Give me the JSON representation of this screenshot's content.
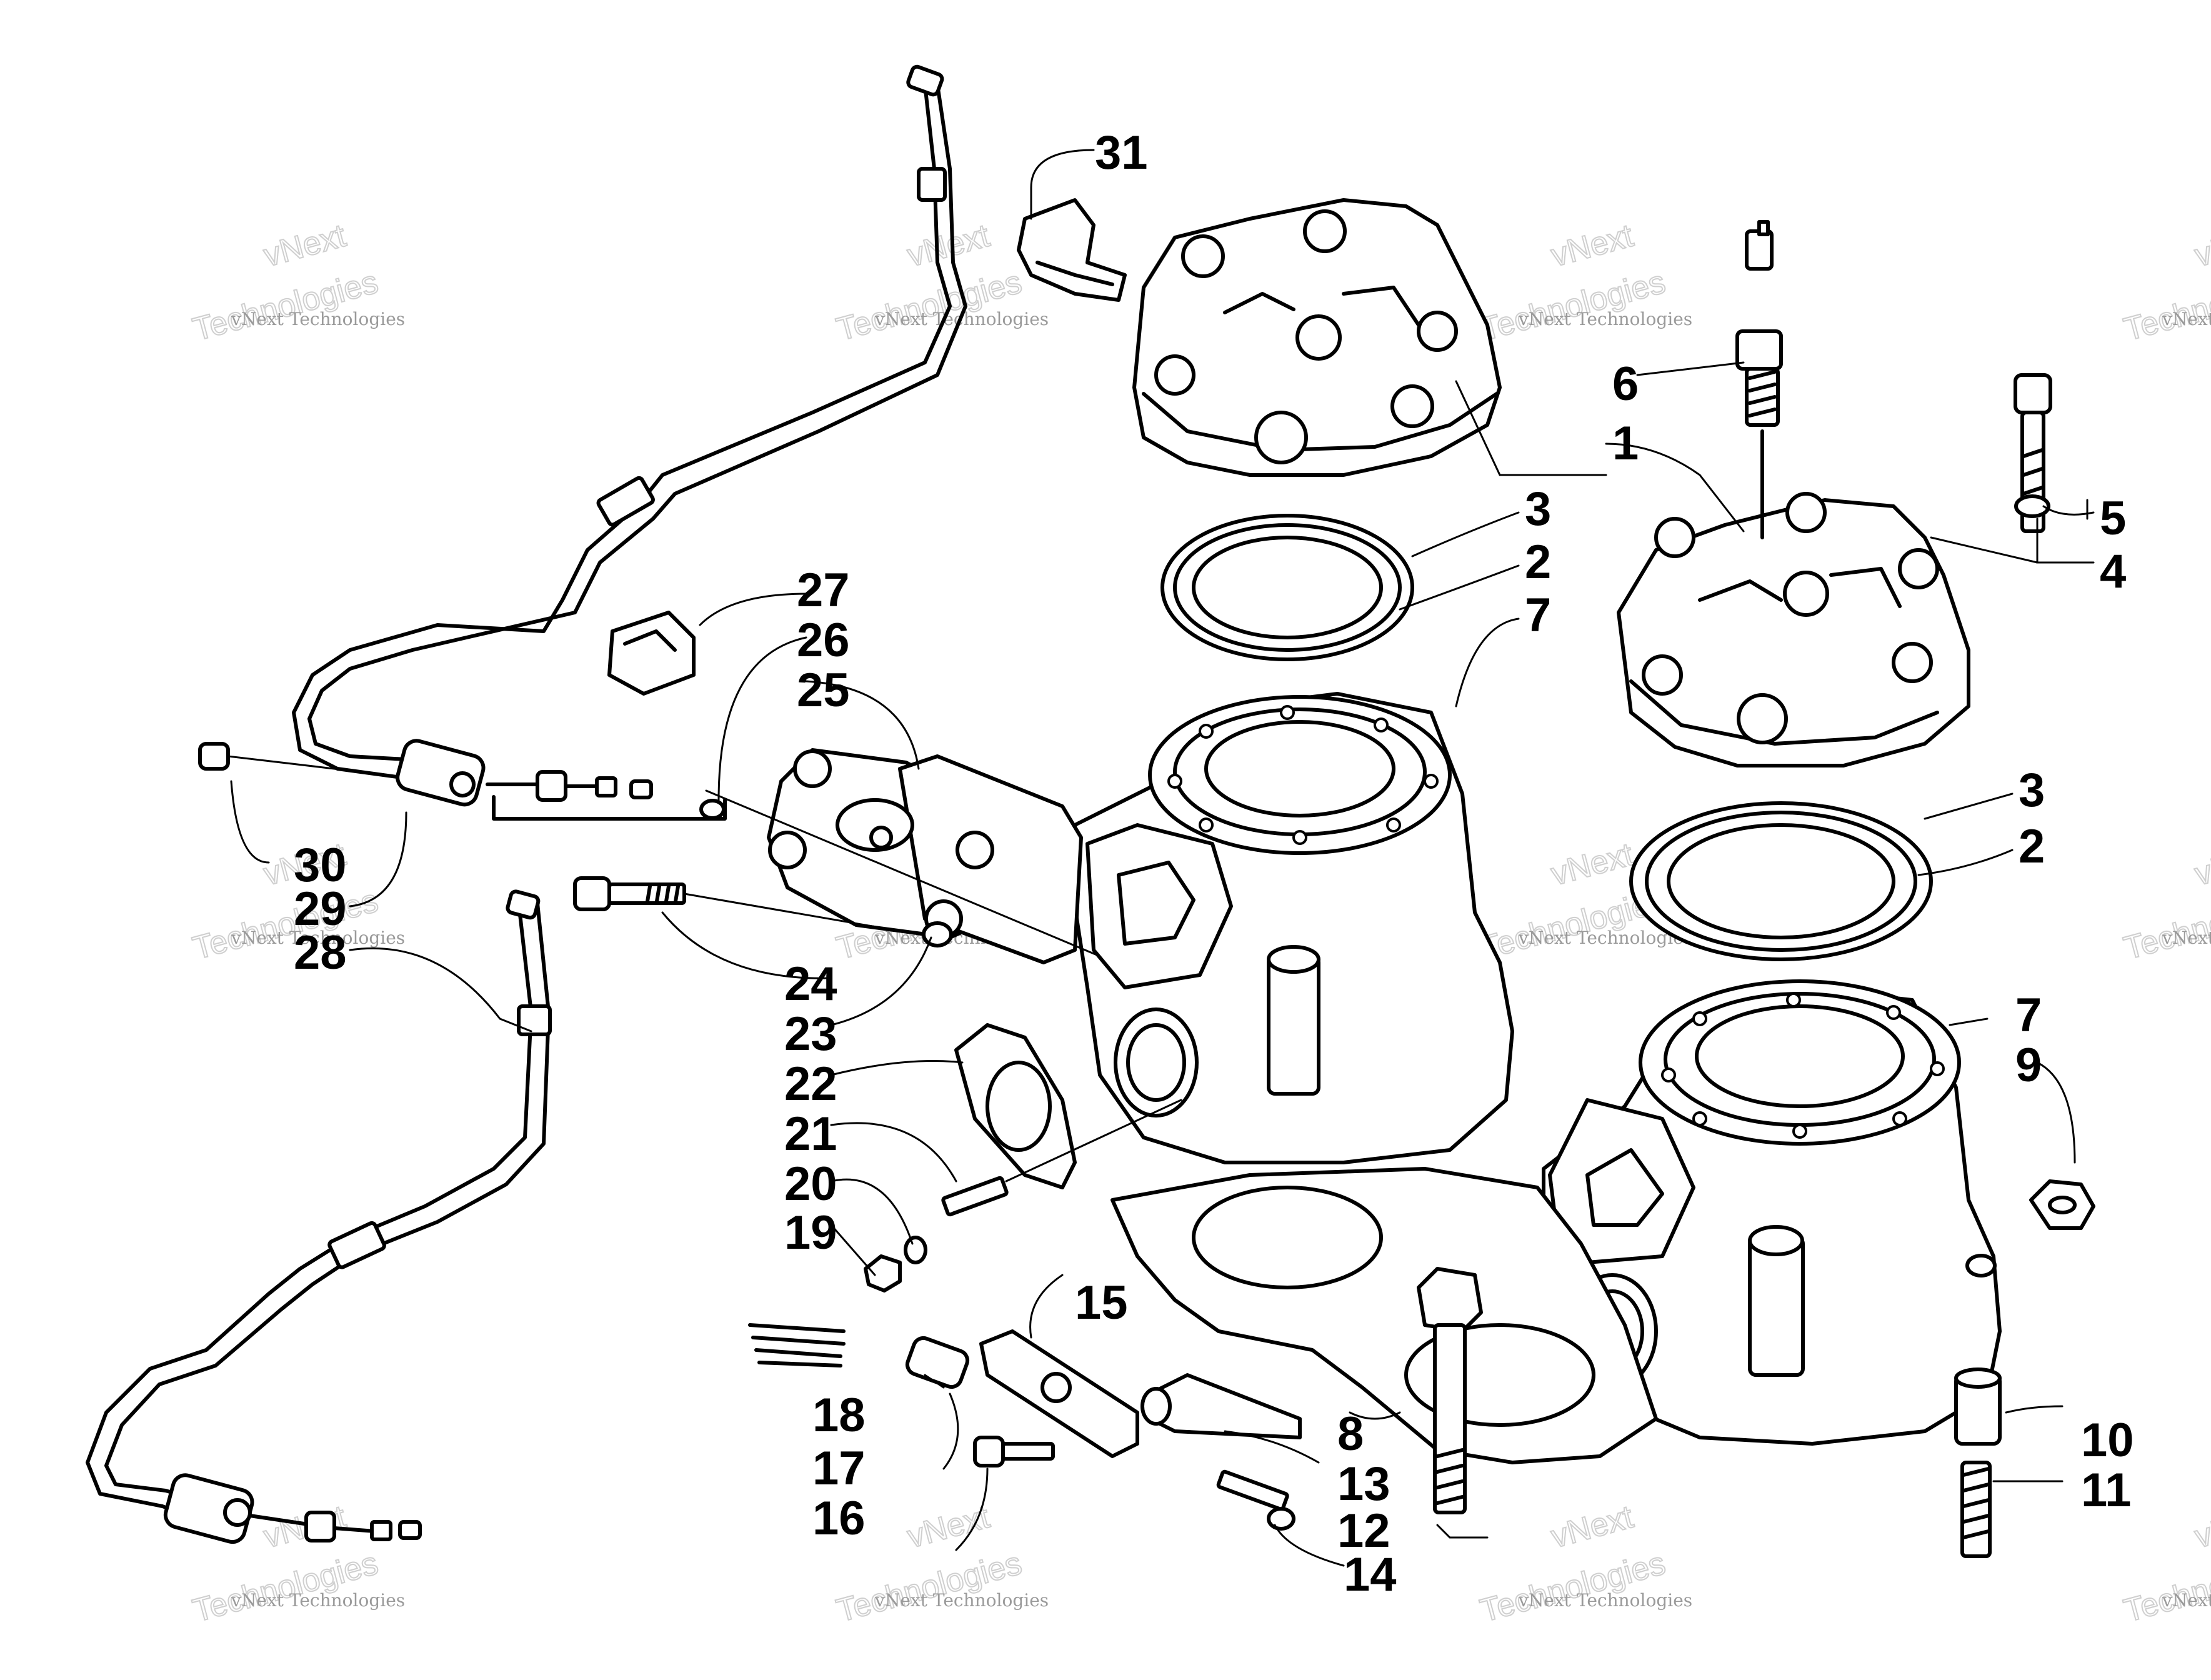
{
  "watermark": {
    "line1": "vNext Technologies",
    "line2": "vNext",
    "line3": "Technologies"
  },
  "callouts": [
    "1",
    "2",
    "3",
    "4",
    "5",
    "6",
    "7",
    "8",
    "9",
    "10",
    "11",
    "12",
    "13",
    "14",
    "15",
    "16",
    "17",
    "18",
    "19",
    "20",
    "21",
    "22",
    "23",
    "24",
    "25",
    "26",
    "27",
    "28",
    "29",
    "30",
    "31"
  ],
  "colors": {
    "ink": "#000000",
    "watermark": "#9a9a9a",
    "background": "#ffffff"
  }
}
